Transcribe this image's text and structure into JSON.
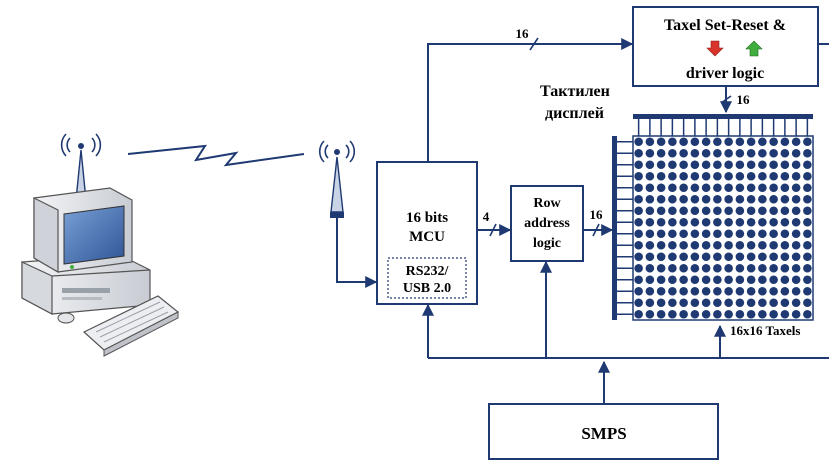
{
  "blocks": {
    "mcu": {
      "line1": "16 bits",
      "line2": "MCU"
    },
    "rs232": {
      "line1": "RS232/",
      "line2": "USB 2.0"
    },
    "row_address": {
      "line1": "Row",
      "line2": "address",
      "line3": "logic"
    },
    "taxel_driver": {
      "line1": "Taxel Set-Reset &",
      "line2": "driver logic"
    },
    "smps": {
      "label": "SMPS"
    }
  },
  "display": {
    "title_line1": "Тактилен",
    "title_line2": "дисплей",
    "caption": "16x16 Taxels",
    "rows": 16,
    "cols": 16
  },
  "bus_labels": {
    "mcu_to_driver": "16",
    "driver_to_display": "16",
    "mcu_to_row": "4",
    "row_to_display": "16"
  },
  "colors": {
    "wire": "#1f3a73",
    "taxel": "#1f3a73",
    "arrow_down": "#d9342b",
    "arrow_up": "#3fae3f",
    "computer_body": "#e4e6ea",
    "computer_screen": "#4f77b3"
  },
  "icons": [
    "computer-icon",
    "antenna-icon",
    "antenna-icon",
    "lightning-link-icon",
    "arrow-down-icon",
    "arrow-up-icon"
  ]
}
